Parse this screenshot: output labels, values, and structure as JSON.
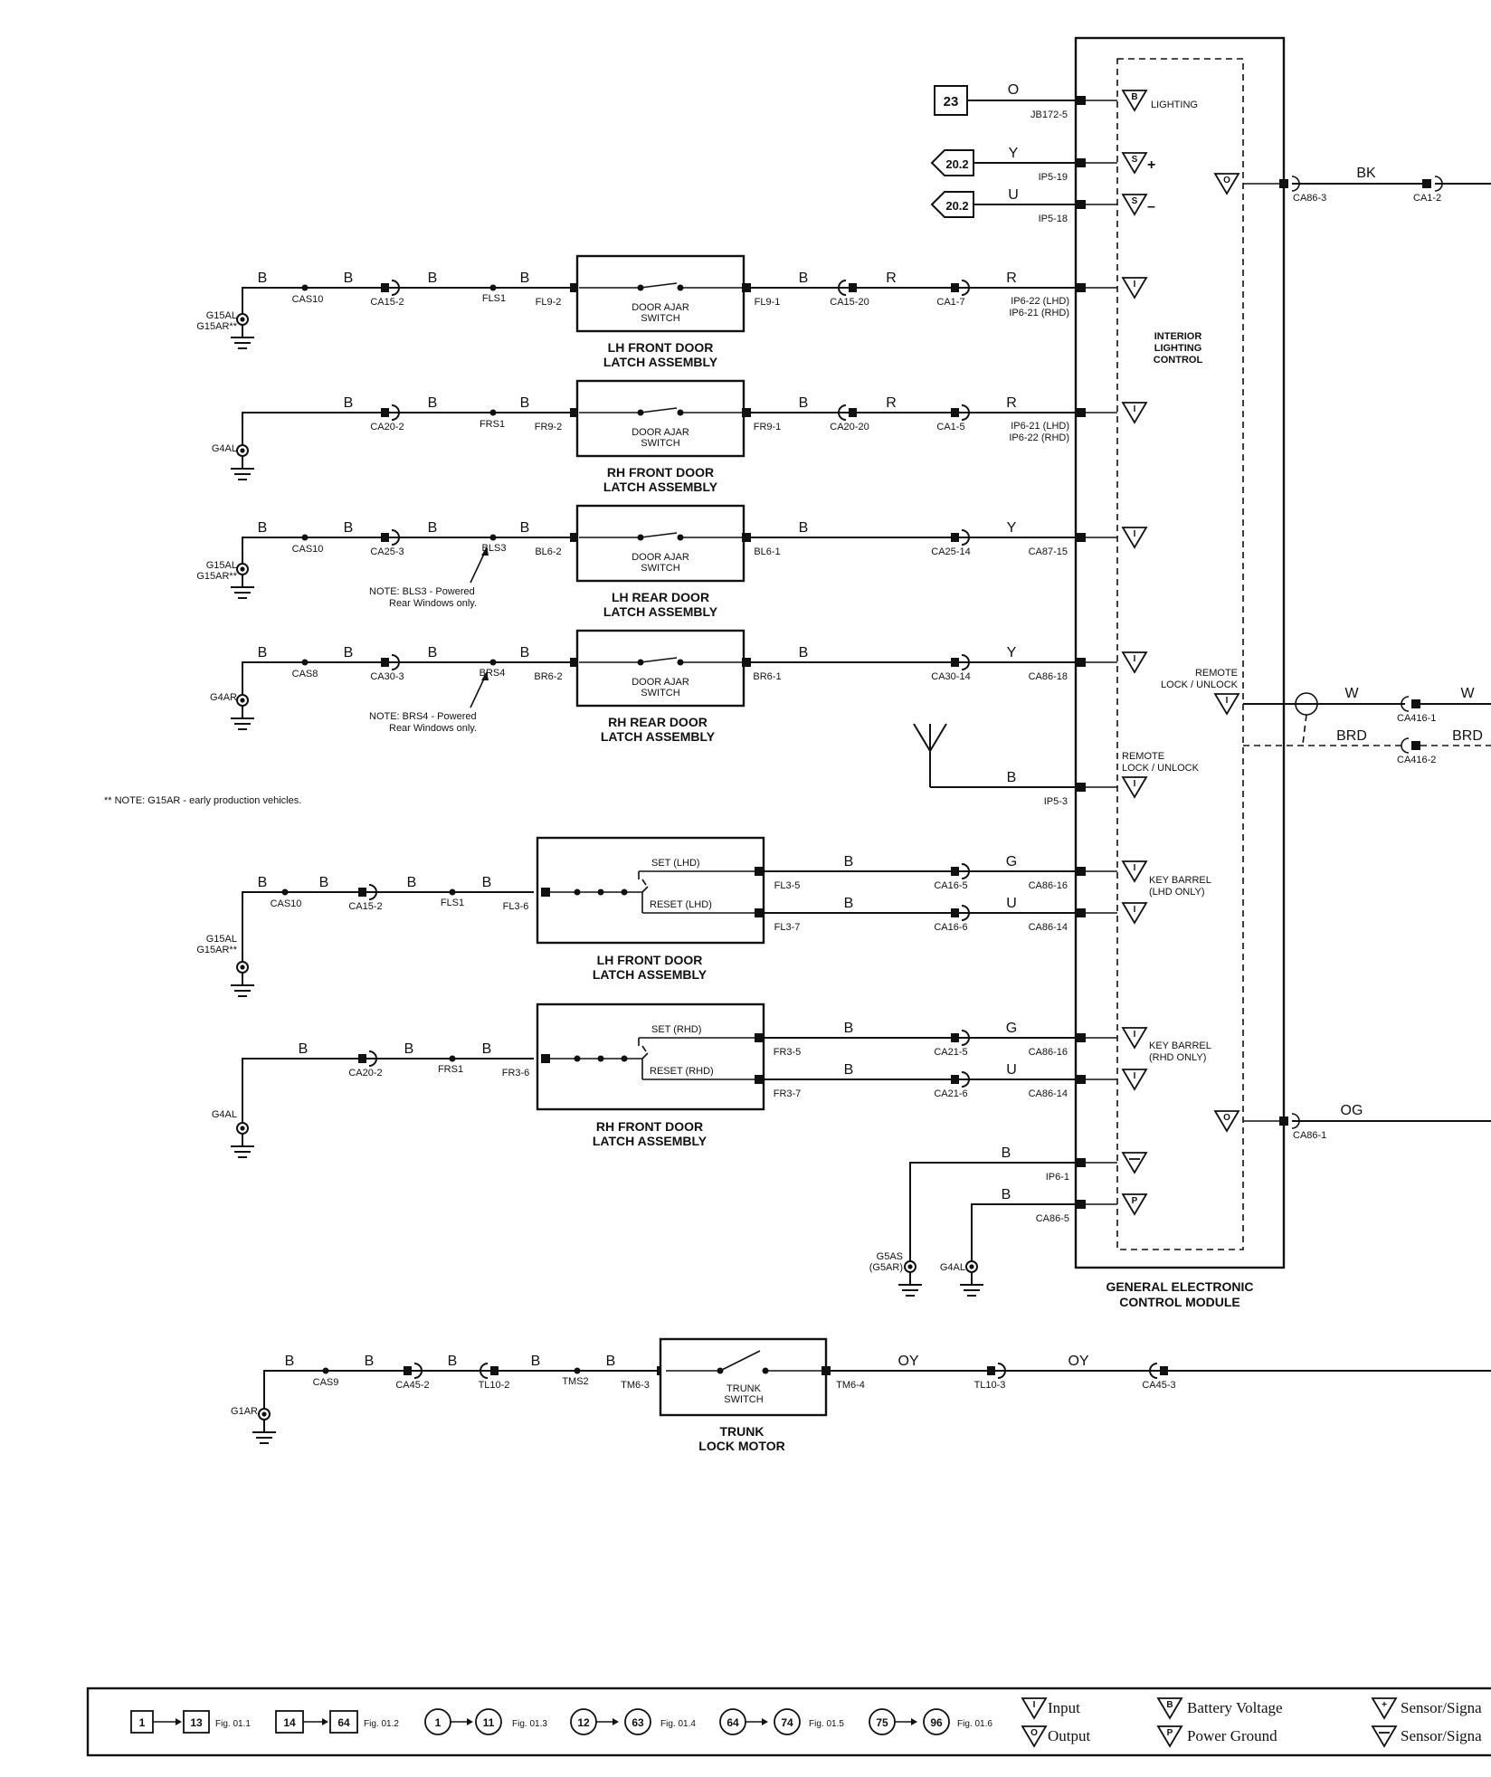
{
  "module": {
    "name_line1": "GENERAL ELECTRONIC",
    "name_line2": "CONTROL MODULE",
    "sub_line1": "INTERIOR",
    "sub_line2": "LIGHTING",
    "sub_line3": "CONTROL",
    "lighting": "LIGHTING",
    "remote1_line1": "REMOTE",
    "remote1_line2": "LOCK / UNLOCK",
    "remote2_line1": "REMOTE",
    "remote2_line2": "LOCK / UNLOCK",
    "key_lhd_line1": "KEY BARREL",
    "key_lhd_line2": "(LHD ONLY)",
    "key_rhd_line1": "KEY BARREL",
    "key_rhd_line2": "(RHD ONLY)"
  },
  "refs": {
    "ref23": "23",
    "ref20a": "20.2",
    "ref20b": "20.2"
  },
  "pins": {
    "jb172": "JB172-5",
    "ip519": "IP5-19",
    "ip518": "IP5-18",
    "ip622a": "IP6-22 (LHD)",
    "ip621a": "IP6-21 (RHD)",
    "ip621b": "IP6-21 (LHD)",
    "ip622b": "IP6-22 (RHD)",
    "ca8715": "CA87-15",
    "ca8618a": "CA86-18",
    "ip53": "IP5-3",
    "ca8616a": "CA86-16",
    "ca8614a": "CA86-14",
    "ca8616b": "CA86-16",
    "ca8614b": "CA86-14",
    "ip61": "IP6-1",
    "ca865": "CA86-5",
    "ca863": "CA86-3",
    "ca12": "CA1-2",
    "ca861": "CA86-1",
    "ca4161": "CA416-1",
    "ca4162": "CA416-2"
  },
  "colors": {
    "o": "O",
    "y": "Y",
    "u": "U",
    "bk": "BK",
    "og": "OG",
    "w1": "W",
    "w2": "W",
    "brd1": "BRD",
    "brd2": "BRD",
    "r1": "R",
    "r2": "R",
    "r3": "R",
    "r4": "R",
    "y2": "Y",
    "y3": "Y",
    "g1": "G",
    "u2": "U",
    "g2": "G",
    "u3": "U",
    "b_ant": "B",
    "b_gnd1": "B",
    "b_gnd2": "B",
    "oy1": "OY",
    "oy2": "OY"
  },
  "circuits": {
    "c1": {
      "b1": "B",
      "b2": "B",
      "b3": "B",
      "b4": "B",
      "b5": "B",
      "g1": "G15AL",
      "g2": "G15AR**",
      "s": "CAS10",
      "c1": "CA15-2",
      "sp": "FLS1",
      "c2": "FL9-2",
      "sw1": "DOOR AJAR",
      "sw2": "SWITCH",
      "c3": "FL9-1",
      "c4": "CA15-20",
      "c5": "CA1-7",
      "n1": "LH FRONT DOOR",
      "n2": "LATCH ASSEMBLY"
    },
    "c2": {
      "b1": "B",
      "b2": "B",
      "b3": "B",
      "b5": "B",
      "g1": "G4AL",
      "c1": "CA20-2",
      "sp": "FRS1",
      "c2": "FR9-2",
      "sw1": "DOOR AJAR",
      "sw2": "SWITCH",
      "c3": "FR9-1",
      "c4": "CA20-20",
      "c5": "CA1-5",
      "n1": "RH FRONT DOOR",
      "n2": "LATCH ASSEMBLY"
    },
    "c3": {
      "b1": "B",
      "b2": "B",
      "b3": "B",
      "b4": "B",
      "b5": "B",
      "g1": "G15AL",
      "g2": "G15AR**",
      "s": "CAS10",
      "c1": "CA25-3",
      "sp": "BLS3",
      "c2": "BL6-2",
      "sw1": "DOOR AJAR",
      "sw2": "SWITCH",
      "c3": "BL6-1",
      "c5": "CA25-14",
      "note1": "NOTE: BLS3 - Powered",
      "note2": "Rear Windows only.",
      "n1": "LH REAR DOOR",
      "n2": "LATCH ASSEMBLY"
    },
    "c4": {
      "b1": "B",
      "b2": "B",
      "b3": "B",
      "b4": "B",
      "b5": "B",
      "g1": "G4AR",
      "s": "CAS8",
      "c1": "CA30-3",
      "sp": "BRS4",
      "c2": "BR6-2",
      "sw1": "DOOR AJAR",
      "sw2": "SWITCH",
      "c3": "BR6-1",
      "c5": "CA30-14",
      "note1": "NOTE: BRS4 - Powered",
      "note2": "Rear Windows only.",
      "n1": "RH REAR DOOR",
      "n2": "LATCH ASSEMBLY"
    },
    "c5": {
      "b1": "B",
      "b2": "B",
      "b3": "B",
      "b4": "B",
      "b5": "B",
      "b6": "B",
      "g1": "G15AL",
      "g2": "G15AR**",
      "s": "CAS10",
      "c1": "CA15-2",
      "sp": "FLS1",
      "c2": "FL3-6",
      "set": "SET (LHD)",
      "reset": "RESET (LHD)",
      "c3": "FL3-5",
      "c4": "FL3-7",
      "c5": "CA16-5",
      "c6": "CA16-6",
      "n1": "LH FRONT DOOR",
      "n2": "LATCH ASSEMBLY"
    },
    "c6": {
      "b1": "B",
      "b2": "B",
      "b3": "B",
      "b5": "B",
      "b6": "B",
      "g1": "G4AL",
      "c1": "CA20-2",
      "sp": "FRS1",
      "c2": "FR3-6",
      "set": "SET (RHD)",
      "reset": "RESET (RHD)",
      "c3": "FR3-5",
      "c4": "FR3-7",
      "c5": "CA21-5",
      "c6": "CA21-6",
      "n1": "RH FRONT DOOR",
      "n2": "LATCH ASSEMBLY"
    },
    "gnd": {
      "g5as": "G5AS",
      "g5ar": "(G5AR)",
      "g4al": "G4AL"
    },
    "trunk": {
      "b1": "B",
      "b2": "B",
      "b3": "B",
      "b4": "B",
      "b5": "B",
      "g1": "G1AR",
      "s": "CAS9",
      "c1": "CA45-2",
      "c2": "TL10-2",
      "sp": "TMS2",
      "c3": "TM6-3",
      "sw1": "TRUNK",
      "sw2": "SWITCH",
      "c4": "TM6-4",
      "c5": "TL10-3",
      "c6": "CA45-3",
      "n1": "TRUNK",
      "n2": "LOCK MOTOR"
    }
  },
  "note_g15ar": "** NOTE: G15AR - early production vehicles.",
  "legend": {
    "r1a": "1",
    "r1b": "13",
    "f1": "Fig. 01.1",
    "r2a": "14",
    "r2b": "64",
    "f2": "Fig. 01.2",
    "r3a": "1",
    "r3b": "11",
    "f3": "Fig. 01.3",
    "r4a": "12",
    "r4b": "63",
    "f4": "Fig. 01.4",
    "r5a": "64",
    "r5b": "74",
    "f5": "Fig. 01.5",
    "r6a": "75",
    "r6b": "96",
    "f6": "Fig. 01.6",
    "input": "Input",
    "output": "Output",
    "battery": "Battery Voltage",
    "power_ground": "Power Ground",
    "sensor_pos": "Sensor/Signa",
    "sensor_neg": "Sensor/Signa"
  }
}
